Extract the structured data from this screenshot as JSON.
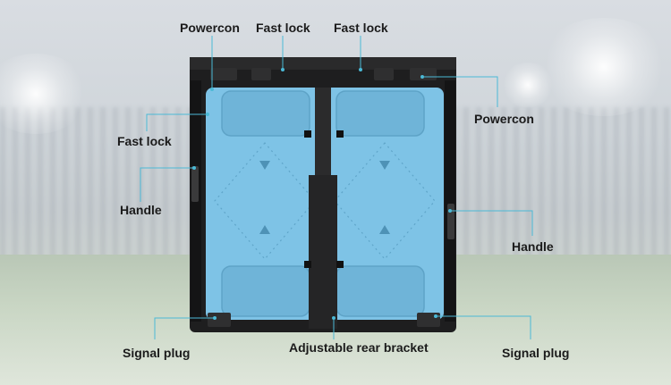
{
  "callouts": {
    "powercon_top": "Powercon",
    "fast_lock_top_left": "Fast lock",
    "fast_lock_top_right": "Fast lock",
    "powercon_right": "Powercon",
    "fast_lock_left": "Fast lock",
    "handle_left": "Handle",
    "handle_right": "Handle",
    "signal_plug_left": "Signal plug",
    "adjustable_rear_bracket": "Adjustable rear bracket",
    "signal_plug_right": "Signal plug"
  },
  "colors": {
    "panel_blue": "#7ec3e6",
    "frame_black": "#1e1e1f",
    "leader_line": "#4bb9d6",
    "label_text": "#1b1b1b"
  }
}
